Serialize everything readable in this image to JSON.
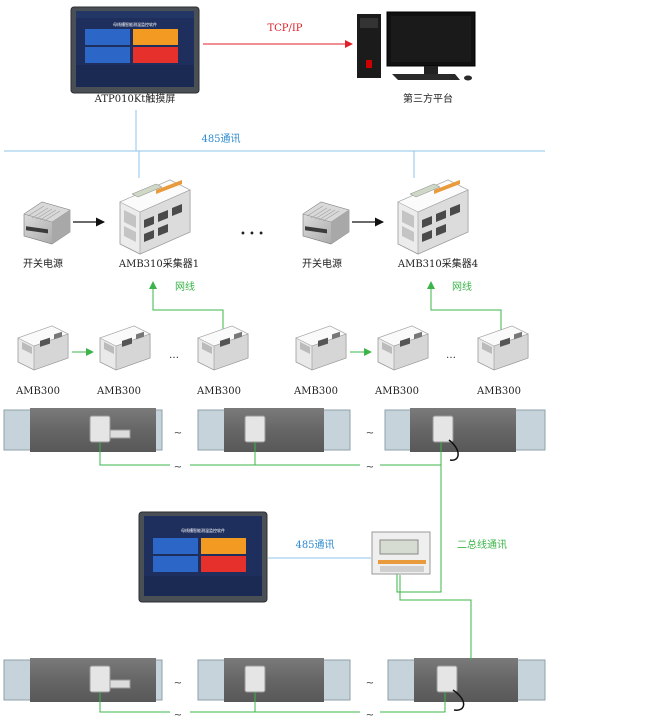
{
  "labels": {
    "touchscreen": "ATP010Kt触摸屏",
    "third_party": "第三方平台",
    "tcpip": "TCP/IP",
    "comm485_top": "485通讯",
    "psu_left": "开关电源",
    "psu_right": "开关电源",
    "collector_1": "AMB310采集器1",
    "collector_4": "AMB310采集器4",
    "network_left": "网线",
    "network_right": "网线",
    "ellipsis_main": "• • •",
    "ellipsis_small": "…",
    "amb300": "AMB300",
    "comm485_bottom": "485通讯",
    "two_bus": "二总线通讯",
    "tilde": "~"
  },
  "screen": {
    "title": "母线槽智能测温监控软件"
  },
  "colors": {
    "blue_line": "#8ec5ea",
    "blue_text": "#2e8bd0",
    "green": "#3cb44a",
    "red": "#e0202a",
    "busbar": "#6f6f6f",
    "rail": "#b9c7cf"
  }
}
